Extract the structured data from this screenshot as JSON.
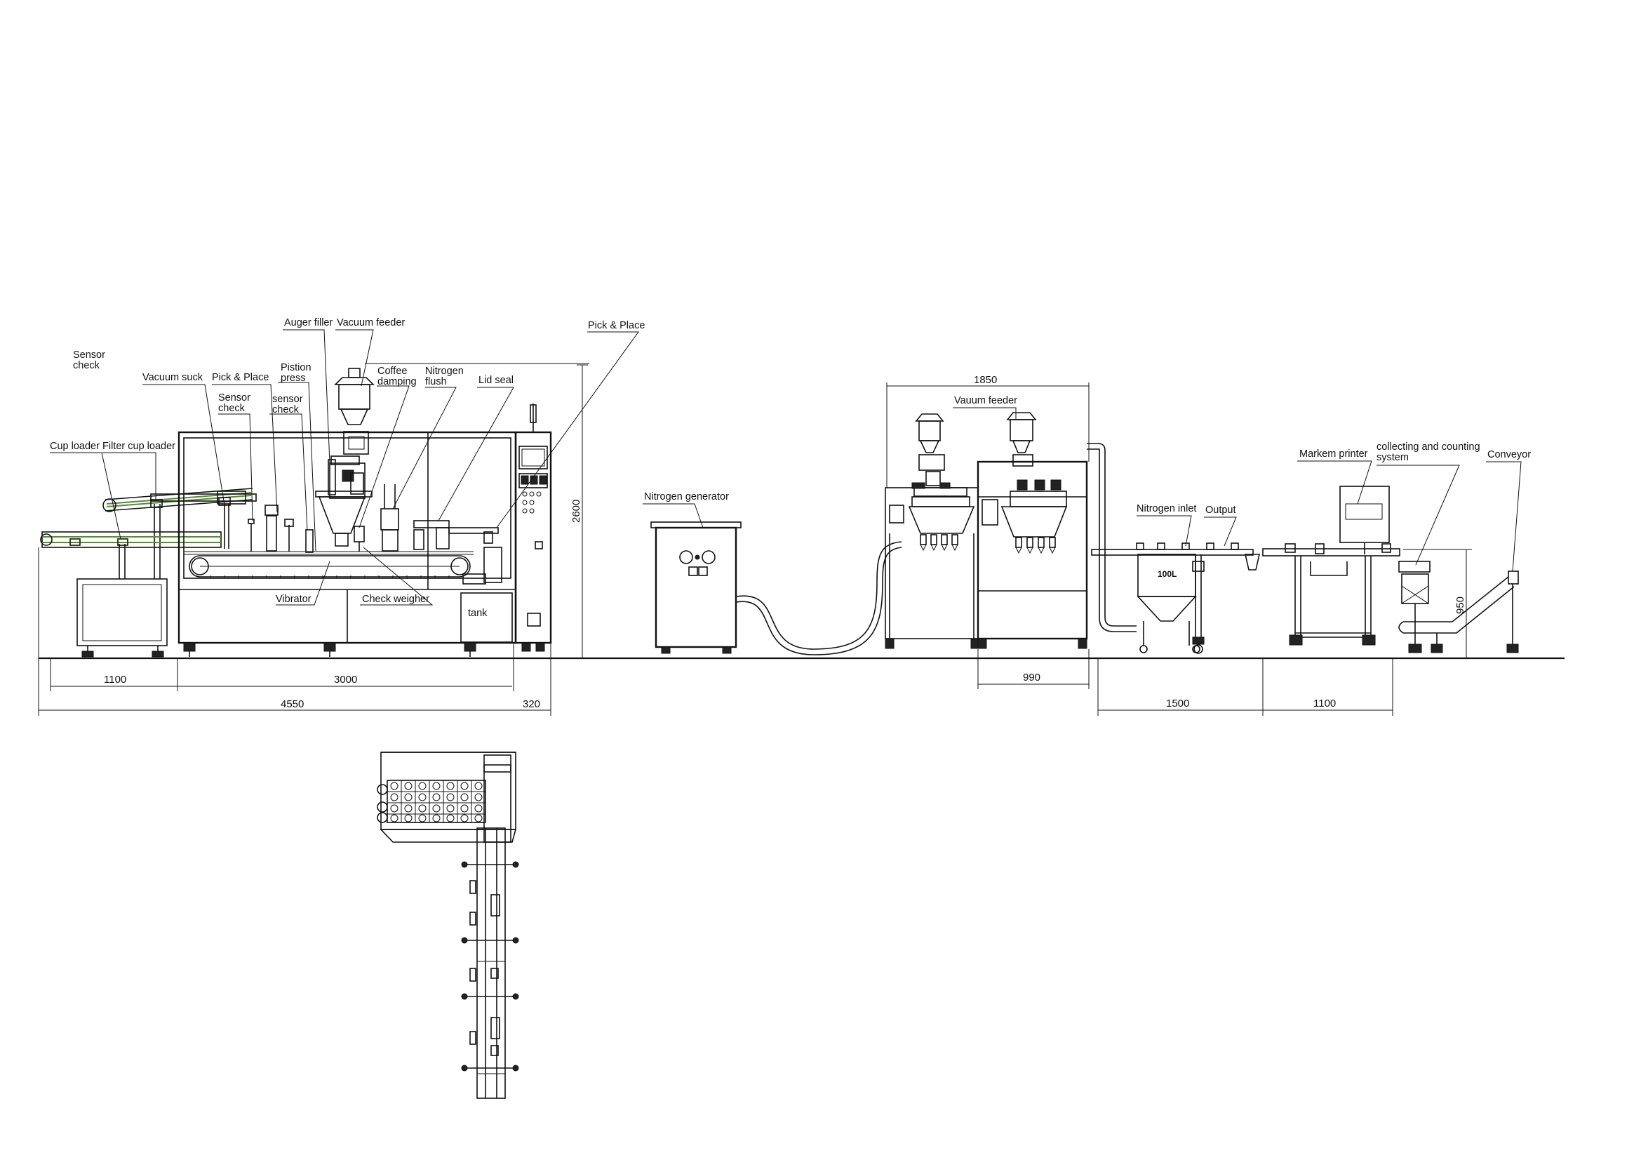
{
  "labels": {
    "sensor_check_1": "Sensor\ncheck",
    "vacuum_suck": "Vacuum suck",
    "pick_place_1": "Pick & Place",
    "sensor_check_2": "Sensor\ncheck",
    "pistion_press": "Pistion\npress",
    "sensor_check_3": "sensor\ncheck",
    "auger_filler": "Auger filler",
    "vacuum_feeder": "Vacuum feeder",
    "coffee_damping": "Coffee\ndamping",
    "nitrogen_flush": "Nitrogen\nflush",
    "lid_seal": "Lid seal",
    "pick_place_2": "Pick & Place",
    "cup_loader": "Cup loader",
    "filter_cup_loader": "Filter cup loader",
    "vibrator": "Vibrator",
    "check_weigher": "Check weigher",
    "tank": "tank",
    "nitrogen_generator": "Nitrogen generator",
    "vauum_feeder": "Vauum feeder",
    "nitrogen_inlet": "Nitrogen inlet",
    "output": "Output",
    "markem_printer": "Markem printer",
    "collecting_counting": "collecting and counting\nsystem",
    "conveyor": "Conveyor",
    "tank_100l": "100L"
  },
  "dimensions": {
    "d1100a": "1100",
    "d3000": "3000",
    "d4550": "4550",
    "d320": "320",
    "d2600": "2600",
    "d1850": "1850",
    "d990": "990",
    "d1500": "1500",
    "d1100b": "1100",
    "d950": "950"
  },
  "colors": {
    "line": "#111111",
    "belt_accent": "#5a8a3a",
    "background": "#ffffff"
  }
}
